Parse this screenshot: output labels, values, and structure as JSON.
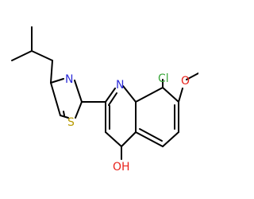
{
  "molecule": {
    "atom_labels": {
      "cl": "Cl",
      "o_methoxy": "O",
      "n_quinoline": "N",
      "n_thiazole": "N",
      "s_thiazole": "S",
      "oh": "OH"
    },
    "colors": {
      "bond": "#000000",
      "chlorine": "#3aa63a",
      "oxygen": "#e8231c",
      "nitrogen": "#2c2cd8",
      "sulfur": "#b79a00"
    }
  }
}
